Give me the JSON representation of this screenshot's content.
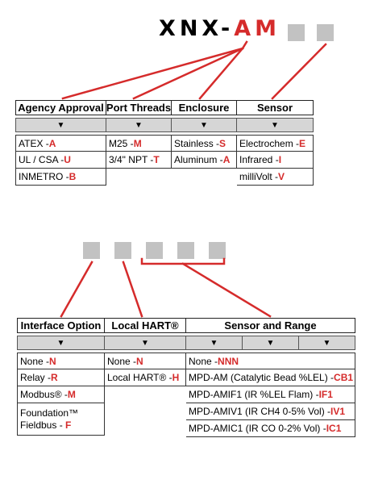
{
  "colors": {
    "red": "#d52b2b",
    "square": "#c2c2c2"
  },
  "title": {
    "prefix": "XNX-",
    "suffix": "AM"
  },
  "top_table": {
    "columns": [
      {
        "header": "Agency Approval",
        "options": [
          {
            "label": "ATEX - ",
            "code": "A"
          },
          {
            "label": "UL / CSA - ",
            "code": "U"
          },
          {
            "label": "INMETRO - ",
            "code": "B"
          }
        ]
      },
      {
        "header": "Port Threads",
        "options": [
          {
            "label": "M25 - ",
            "code": "M"
          },
          {
            "label": "3/4\" NPT - ",
            "code": "T"
          }
        ]
      },
      {
        "header": "Enclosure",
        "options": [
          {
            "label": "Stainless - ",
            "code": "S"
          },
          {
            "label": "Aluminum - ",
            "code": "A"
          }
        ]
      },
      {
        "header": "Sensor",
        "options": [
          {
            "label": "Electrochem - ",
            "code": "E"
          },
          {
            "label": "Infrared - ",
            "code": "I"
          },
          {
            "label": "milliVolt - ",
            "code": "V"
          }
        ]
      }
    ]
  },
  "bottom_table": {
    "columns": [
      {
        "header": "Interface Option",
        "options": [
          {
            "label": "None - ",
            "code": "N"
          },
          {
            "label": "Relay - ",
            "code": "R"
          },
          {
            "label": "Modbus® - ",
            "code": "M"
          },
          {
            "label": "Foundation™ Fieldbus - ",
            "code": "F"
          }
        ]
      },
      {
        "header": "Local HART®",
        "options": [
          {
            "label": "None - ",
            "code": "N"
          },
          {
            "label": "Local HART® - ",
            "code": "H"
          }
        ]
      },
      {
        "header": "Sensor and Range",
        "options": [
          {
            "label": "None - ",
            "code": "NNN"
          },
          {
            "label": "MPD-AM (Catalytic Bead %LEL) - ",
            "code": "CB1"
          },
          {
            "label": "MPD-AMIF1 (IR %LEL Flam) - ",
            "code": "IF1"
          },
          {
            "label": "MPD-AMIV1 (IR CH4 0-5% Vol) - ",
            "code": "IV1"
          },
          {
            "label": "MPD-AMIC1 (IR CO 0-2% Vol) - ",
            "code": "IC1"
          }
        ]
      }
    ]
  }
}
